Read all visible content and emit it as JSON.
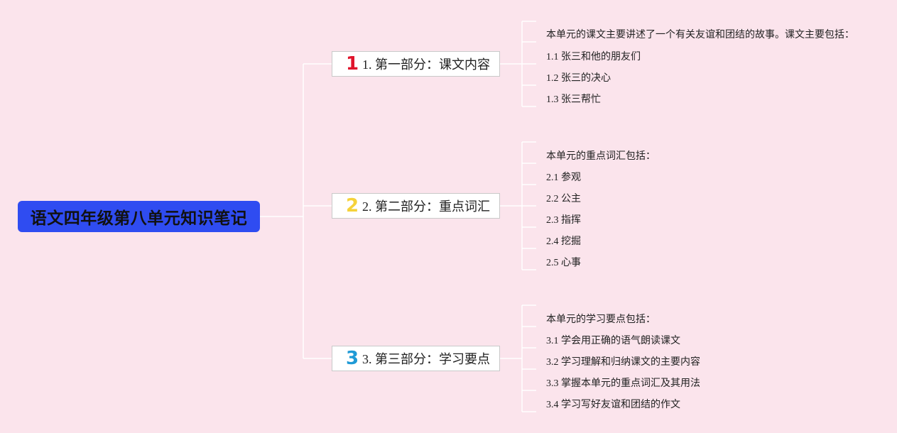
{
  "root": {
    "title": "语文四年级第八单元知识笔记",
    "color": "#2f4cf1"
  },
  "branches": [
    {
      "number": "1",
      "number_color": "#e0142c",
      "label": "1. 第一部分：课文内容",
      "leaves": [
        "本单元的课文主要讲述了一个有关友谊和团结的故事。课文主要包括：",
        "1.1 张三和他的朋友们",
        "1.2 张三的决心",
        "1.3 张三帮忙"
      ]
    },
    {
      "number": "2",
      "number_color": "#f5d23a",
      "label": "2. 第二部分：重点词汇",
      "leaves": [
        "本单元的重点词汇包括：",
        "2.1 参观",
        "2.2 公主",
        "2.3 指挥",
        "2.4 挖掘",
        "2.5 心事"
      ]
    },
    {
      "number": "3",
      "number_color": "#1f9ad6",
      "label": "3. 第三部分：学习要点",
      "leaves": [
        "本单元的学习要点包括：",
        "3.1 学会用正确的语气朗读课文",
        "3.2 学习理解和归纳课文的主要内容",
        "3.3 掌握本单元的重点词汇及其用法",
        "3.4 学习写好友谊和团结的作文"
      ]
    }
  ],
  "colors": {
    "background": "#fbe4ec",
    "connector": "#ffffff"
  }
}
